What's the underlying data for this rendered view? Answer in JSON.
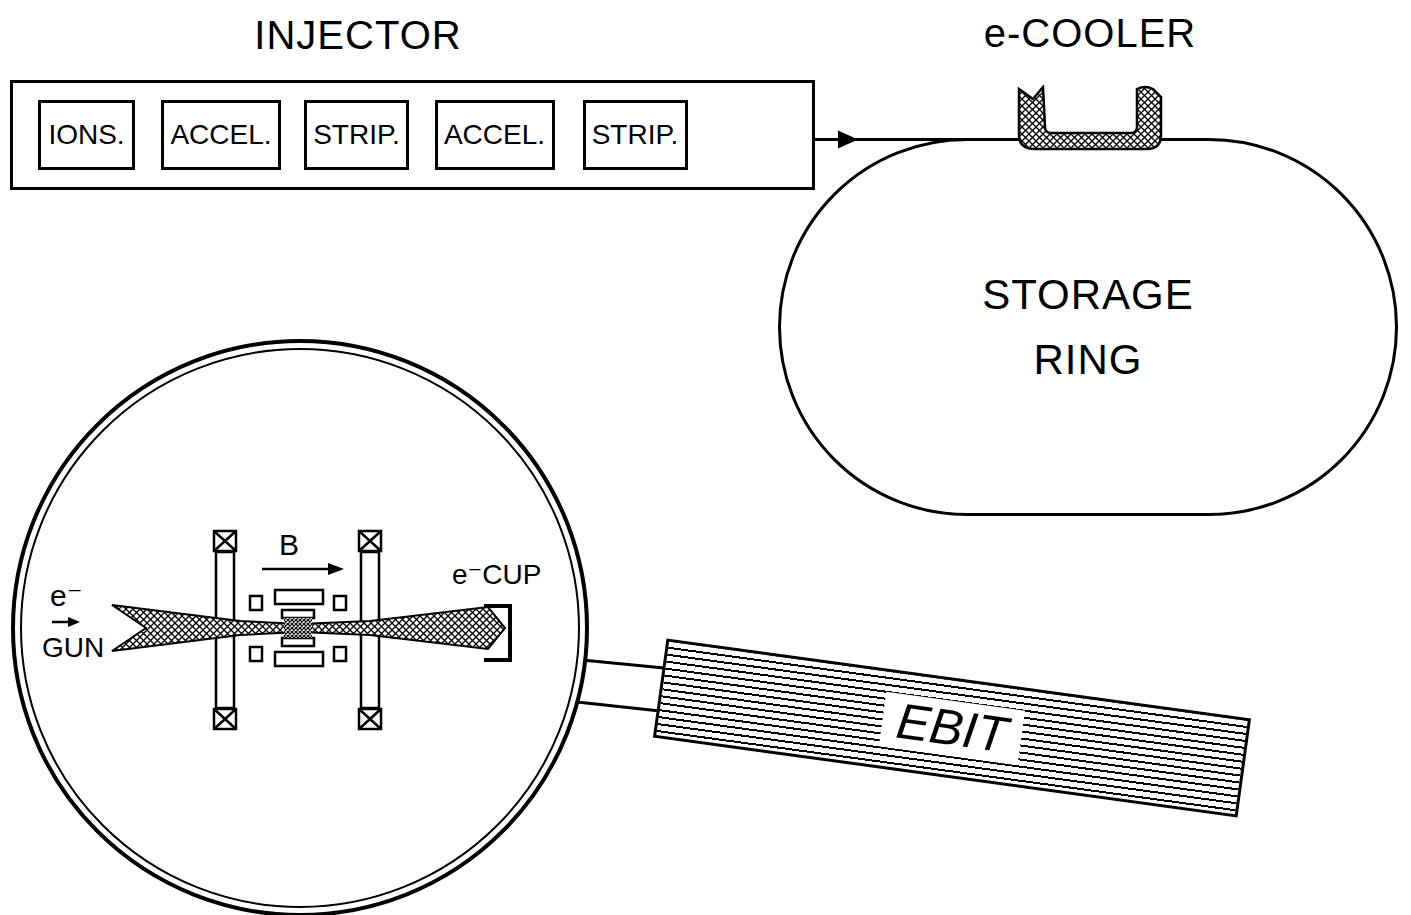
{
  "diagram": {
    "nodes": [
      {
        "text": [
          "INJECTOR"
        ]
      },
      {
        "text": [
          "IONS."
        ],
        "in": 0
      },
      {
        "text": [
          "ACCEL."
        ],
        "in": 0
      },
      {
        "text": [
          "STRIP."
        ],
        "in": 0
      },
      {
        "text": [
          "ACCEL."
        ],
        "in": 0
      },
      {
        "text": [
          "STRIP."
        ],
        "in": 0
      },
      {
        "text": [
          "STORAGE RING"
        ]
      },
      {
        "text": [
          "e-COOLER"
        ]
      },
      {
        "text": [
          "EBIT"
        ]
      }
    ],
    "edges": [
      {
        "from": 1,
        "to": 2,
        "arrow": "none"
      },
      {
        "from": 2,
        "to": 3,
        "arrow": "none"
      },
      {
        "from": 3,
        "to": 4,
        "arrow": "none"
      },
      {
        "from": 4,
        "to": 5,
        "arrow": "none"
      },
      {
        "from": 5,
        "to": 6,
        "arrow": "to"
      }
    ],
    "labels": [
      "B",
      "e⁻",
      "GUN",
      "e⁻CUP"
    ]
  }
}
